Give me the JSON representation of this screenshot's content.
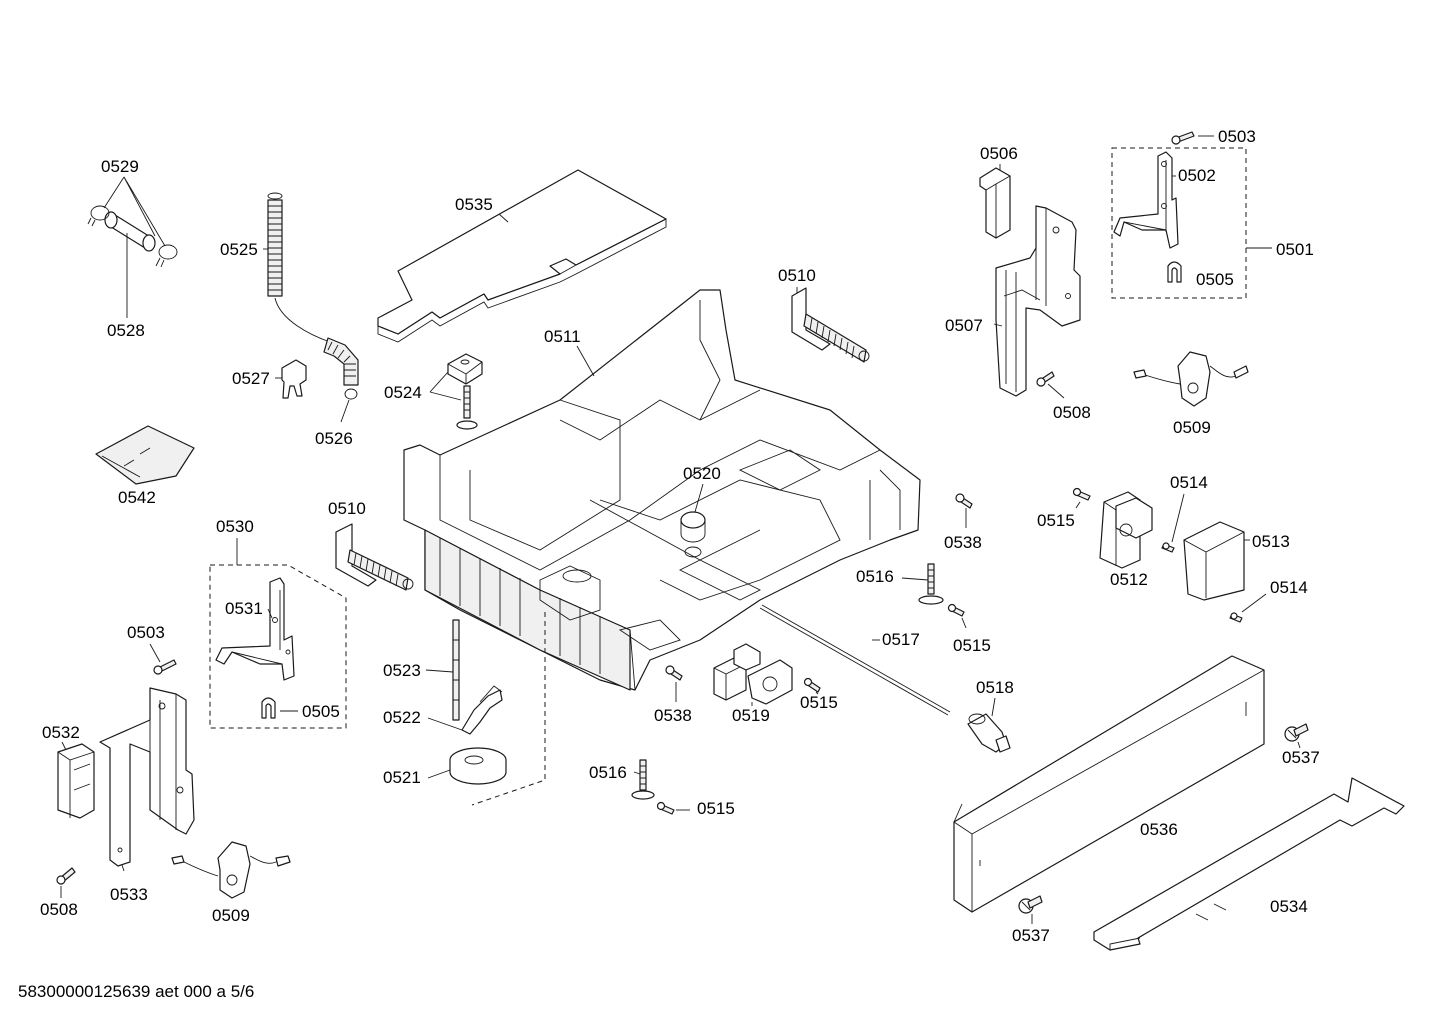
{
  "footer": {
    "document_code": "58300000125639 aet 000 a 5/6"
  },
  "labels": {
    "l0529": "0529",
    "l0528": "0528",
    "l0525": "0525",
    "l0527": "0527",
    "l0526": "0526",
    "l0542": "0542",
    "l0535": "0535",
    "l0511": "0511",
    "l0524": "0524",
    "l0510a": "0510",
    "l0510b": "0510",
    "l0520": "0520",
    "l0530": "0530",
    "l0531": "0531",
    "l0505a": "0505",
    "l0503a": "0503",
    "l0532": "0532",
    "l0533": "0533",
    "l0508a": "0508",
    "l0509a": "0509",
    "l0523": "0523",
    "l0522": "0522",
    "l0521": "0521",
    "l0516a": "0516",
    "l0515a": "0515",
    "l0538a": "0538",
    "l0519": "0519",
    "l0515b": "0515",
    "l0517": "0517",
    "l0518": "0518",
    "l0516b": "0516",
    "l0515c": "0515",
    "l0538b": "0538",
    "l0506": "0506",
    "l0507": "0507",
    "l0508b": "0508",
    "l0503b": "0503",
    "l0502": "0502",
    "l0501": "0501",
    "l0505b": "0505",
    "l0509b": "0509",
    "l0515d": "0515",
    "l0514a": "0514",
    "l0513": "0513",
    "l0512": "0512",
    "l0514b": "0514",
    "l0537a": "0537",
    "l0536": "0536",
    "l0534": "0534",
    "l0537b": "0537"
  }
}
